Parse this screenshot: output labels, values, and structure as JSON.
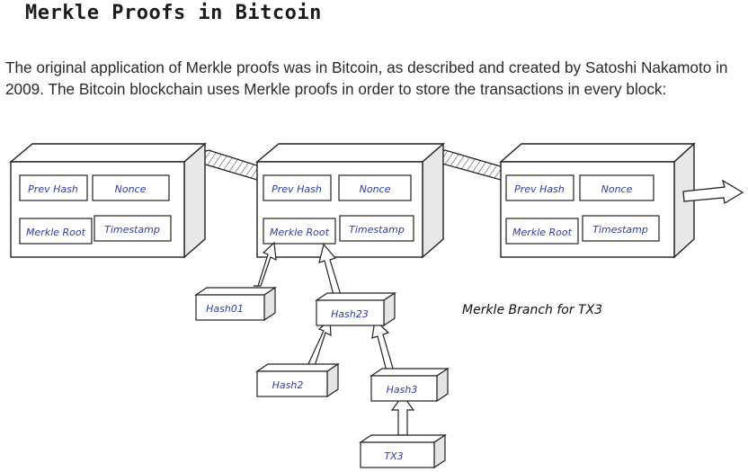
{
  "article": {
    "heading": "Merkle Proofs in Bitcoin",
    "intro": "The original application of Merkle proofs was in Bitcoin, as described and created by Satoshi Nakamoto in 2009. The Bitcoin blockchain uses Merkle proofs in order to store the transactions in every block:"
  },
  "diagram": {
    "blocks": [
      {
        "prev_hash": "Prev Hash",
        "nonce": "Nonce",
        "merkle_root": "Merkle Root",
        "timestamp": "Timestamp"
      },
      {
        "prev_hash": "Prev Hash",
        "nonce": "Nonce",
        "merkle_root": "Merkle Root",
        "timestamp": "Timestamp"
      },
      {
        "prev_hash": "Prev Hash",
        "nonce": "Nonce",
        "merkle_root": "Merkle Root",
        "timestamp": "Timestamp"
      }
    ],
    "nodes": {
      "hash01": "Hash01",
      "hash23": "Hash23",
      "hash2": "Hash2",
      "hash3": "Hash3",
      "tx3": "TX3"
    },
    "branch_label": "Merkle Branch for TX3",
    "ink_color": "#222222",
    "label_color": "#2d3ea8"
  }
}
